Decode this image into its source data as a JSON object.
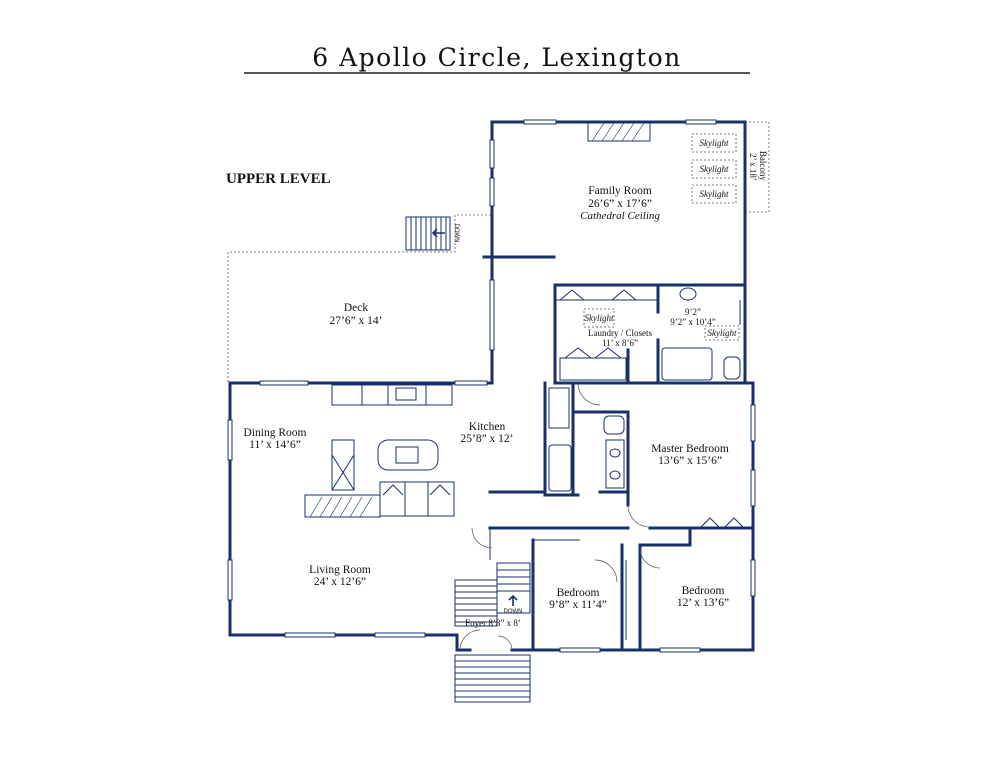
{
  "title": "6 Apollo Circle, Lexington",
  "level": "UPPER LEVEL",
  "rooms": {
    "family_room": {
      "name": "Family Room",
      "dims": "26’6” x 17’6”",
      "note": "Cathedral Ceiling"
    },
    "balcony": {
      "name": "Balcony",
      "dims": "2’ x 18’"
    },
    "deck": {
      "name": "Deck",
      "dims": "27’6” x 14’"
    },
    "laundry": {
      "name": "Laundry / Closets",
      "dims": "11’ x 8’6”"
    },
    "bath": {
      "dims": "9’2” x 10’4”"
    },
    "dining_room": {
      "name": "Dining Room",
      "dims": "11’ x 14’6”"
    },
    "kitchen": {
      "name": "Kitchen",
      "dims": "25’8” x 12’"
    },
    "master_bedroom": {
      "name": "Master Bedroom",
      "dims": "13’6” x 15’6”"
    },
    "living_room": {
      "name": "Living Room",
      "dims": "24’ x 12’6”"
    },
    "bedroom_1": {
      "name": "Bedroom",
      "dims": "9’8” x 11’4”"
    },
    "bedroom_2": {
      "name": "Bedroom",
      "dims": "12’ x 13’6”"
    },
    "foyer": {
      "name": "Foyer 8’8” x 8’"
    }
  },
  "skylight_label": "Skylight",
  "down_label": "DOWN",
  "colors": {
    "wall": "#17306b",
    "title_rule": "#555555"
  }
}
